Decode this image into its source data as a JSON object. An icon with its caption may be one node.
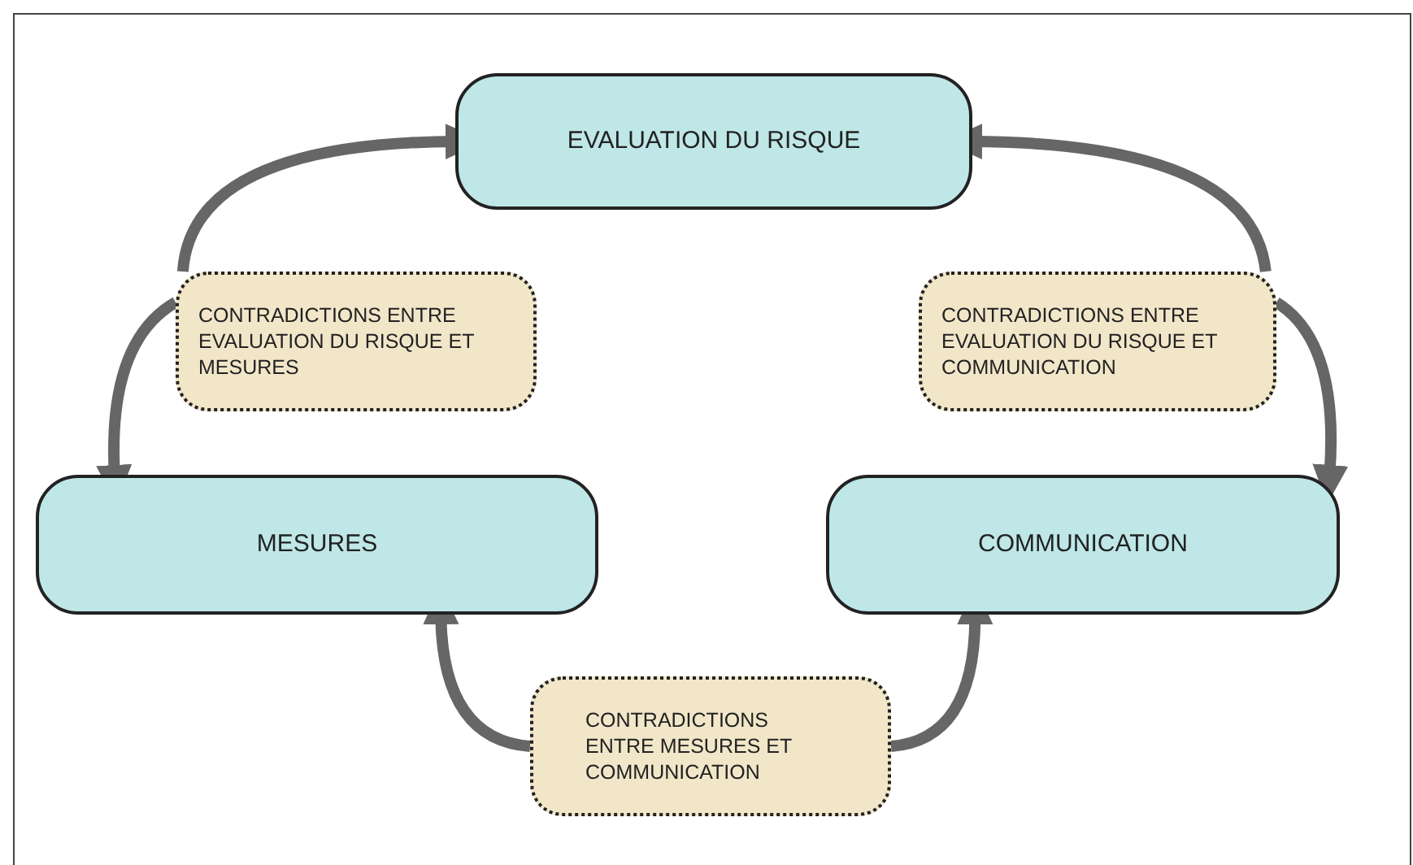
{
  "diagram": {
    "nodes": [
      {
        "text": [
          "EVALUATION DU RISQUE"
        ]
      },
      {
        "text": [
          "MESURES"
        ]
      },
      {
        "text": [
          "COMMUNICATION"
        ]
      },
      {
        "text": [
          "CONTRADICTIONS ENTRE EVALUATION DU RISQUE ET MESURES"
        ]
      },
      {
        "text": [
          "CONTRADICTIONS ENTRE EVALUATION DU RISQUE ET COMMUNICATION"
        ]
      },
      {
        "text": [
          "CONTRADICTIONS ENTRE MESURES ET COMMUNICATION"
        ]
      }
    ],
    "edges": [
      {
        "from": 3,
        "to": 0,
        "arrow": "to"
      },
      {
        "from": 3,
        "to": 1,
        "arrow": "to"
      },
      {
        "from": 4,
        "to": 0,
        "arrow": "to"
      },
      {
        "from": 4,
        "to": 2,
        "arrow": "to"
      },
      {
        "from": 5,
        "to": 1,
        "arrow": "to"
      },
      {
        "from": 5,
        "to": 2,
        "arrow": "to"
      }
    ]
  }
}
